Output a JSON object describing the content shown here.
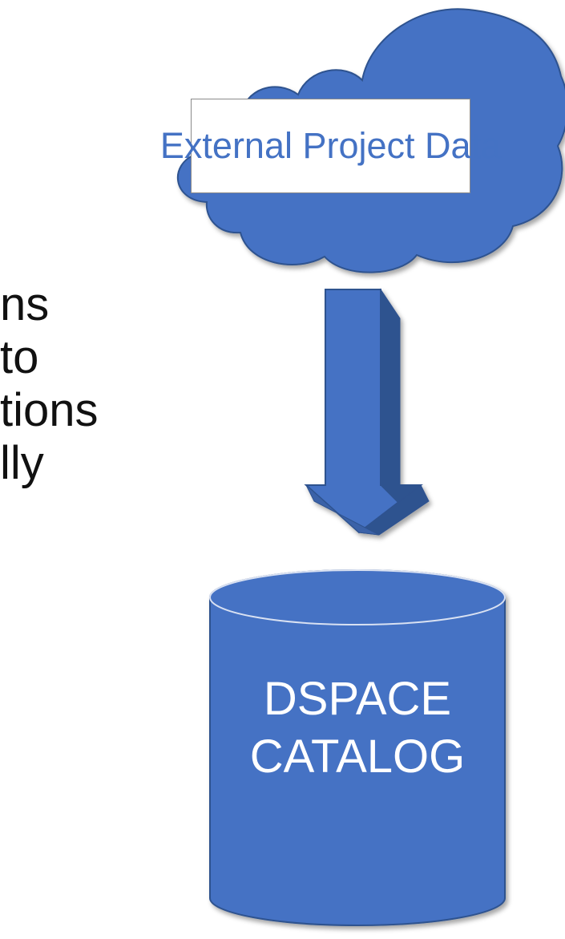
{
  "cloud": {
    "label": "External Project Data"
  },
  "body_text": {
    "lines": [
      "ns",
      "to",
      "tions",
      "lly"
    ]
  },
  "database": {
    "line1": "DSPACE",
    "line2": "CATALOG"
  },
  "colors": {
    "fill": "#4472c4",
    "dark": "#2f528f",
    "text": "#111111",
    "white": "#ffffff"
  },
  "icons": {
    "arrow": "down-arrow-3d-icon",
    "cloud": "cloud-shape-icon",
    "database": "cylinder-database-icon"
  }
}
